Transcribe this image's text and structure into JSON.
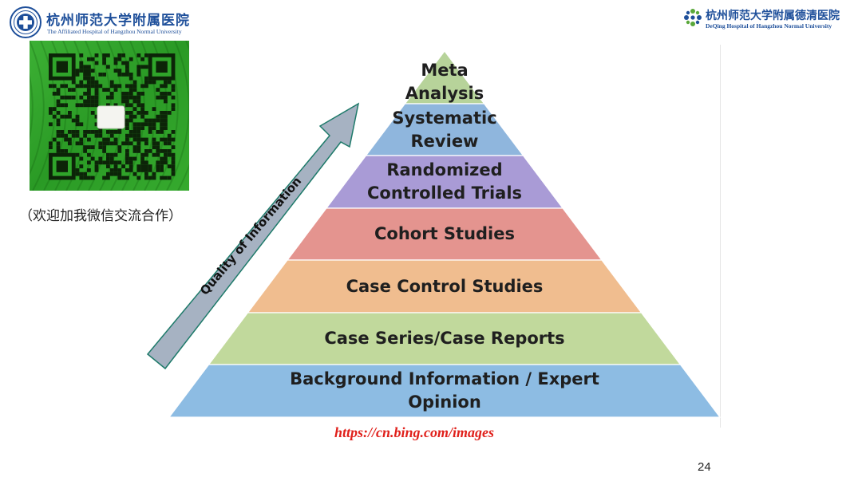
{
  "header": {
    "left_logo": {
      "name_cn": "杭州师范大学附属医院",
      "name_en": "The Affiliated Hospital of Hangzhou Normal University",
      "icon": "hospital-cross-emblem-icon"
    },
    "right_logo": {
      "name_cn": "杭州师范大学附属德清医院",
      "name_en": "DeQing Hospital of Hangzhou Normal University",
      "icon": "pinwheel-logo-icon"
    }
  },
  "qr": {
    "caption": "（欢迎加我微信交流合作）",
    "colors": {
      "background": "#2fa52a",
      "modules": "#0c2408",
      "center": "#f4f4f0"
    }
  },
  "pyramid": {
    "arrow_label": "Quality of Information",
    "tiers": [
      {
        "label": "Meta\nAnalysis",
        "color": "#b7d39a"
      },
      {
        "label": "Systematic\nReview",
        "color": "#8fb6dd"
      },
      {
        "label": "Randomized\nControlled Trials",
        "color": "#a99bd6"
      },
      {
        "label": "Cohort Studies",
        "color": "#e4948f"
      },
      {
        "label": "Case Control Studies",
        "color": "#f0bd8f"
      },
      {
        "label": "Case Series/Case Reports",
        "color": "#c1d99c"
      },
      {
        "label": "Background Information / Expert\nOpinion",
        "color": "#8dbce3"
      }
    ],
    "arrow_color": "#a6b2c2"
  },
  "source_link": "https://cn.bing.com/images",
  "page_number": "24"
}
